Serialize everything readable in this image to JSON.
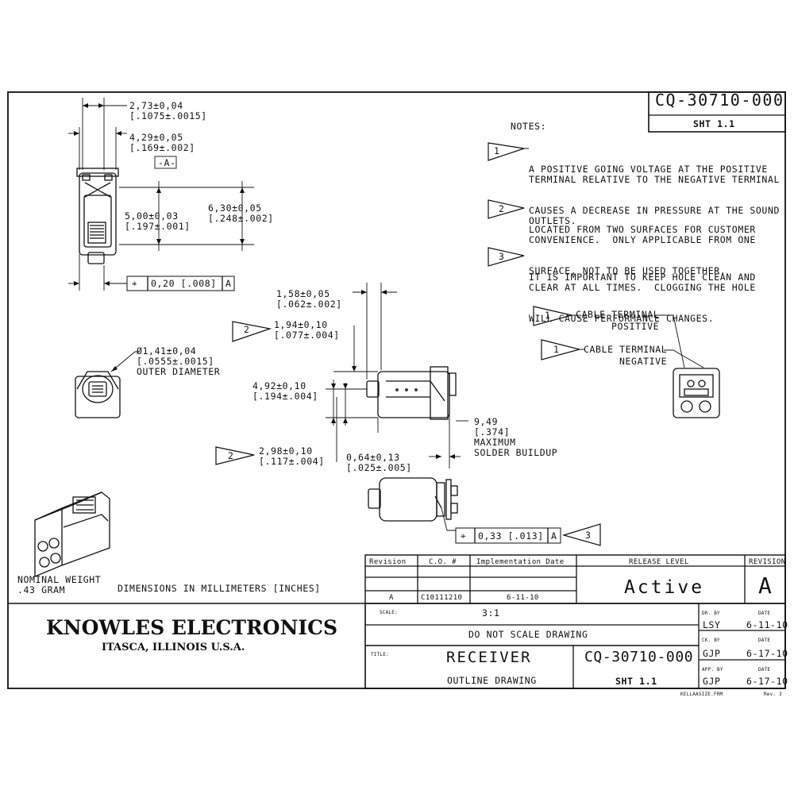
{
  "header": {
    "part_number": "CQ-30710-000",
    "sheet": "SHT 1.1"
  },
  "notes": {
    "title": "NOTES:",
    "items": [
      {
        "num": "1",
        "lines": [
          "A POSITIVE GOING VOLTAGE AT THE POSITIVE",
          "TERMINAL RELATIVE TO THE NEGATIVE TERMINAL",
          "CAUSES A DECREASE IN PRESSURE AT THE SOUND",
          "OUTLETS."
        ]
      },
      {
        "num": "2",
        "lines": [
          "LOCATED FROM TWO SURFACES FOR CUSTOMER",
          "CONVENIENCE.  ONLY APPLICABLE FROM ONE",
          "SURFACE, NOT TO BE USED TOGETHER."
        ]
      },
      {
        "num": "3",
        "lines": [
          "IT IS IMPORTANT TO KEEP HOLE CLEAN AND",
          "CLEAR AT ALL TIMES.  CLOGGING THE HOLE",
          "WILL CAUSE PERFORMANCE CHANGES."
        ]
      }
    ]
  },
  "cable": {
    "positive": {
      "num": "1",
      "lines": [
        "CABLE TERMINAL",
        "POSITIVE"
      ]
    },
    "negative": {
      "num": "1",
      "lines": [
        "CABLE TERMINAL",
        "NEGATIVE"
      ]
    }
  },
  "dims": {
    "d1": [
      "2,73±0,04",
      "[.1075±.0015]"
    ],
    "d2": [
      "4,29±0,05",
      "[.169±.002]"
    ],
    "datum": "-A-",
    "d3": [
      "5,00±0,03",
      "[.197±.001]"
    ],
    "d4": [
      "6,30±0,05",
      "[.248±.002]"
    ],
    "fcf1": [
      "⌖",
      "0,20 [.008]",
      "A"
    ],
    "d5": [
      "Ø1,41±0,04",
      "[.0555±.0015]",
      "OUTER DIAMETER"
    ],
    "d6": [
      "1,58±0,05",
      "[.062±.002]"
    ],
    "d7": {
      "num": "2",
      "lines": [
        "1,94±0,10",
        "[.077±.004]"
      ]
    },
    "d8": [
      "4,92±0,10",
      "[.194±.004]"
    ],
    "d9": {
      "num": "2",
      "lines": [
        "2,98±0,10",
        "[.117±.004]"
      ]
    },
    "d10": [
      "9,49",
      "[.374]",
      "MAXIMUM",
      "SOLDER BUILDUP"
    ],
    "d11": [
      "0,64±0,13",
      "[.025±.005]"
    ],
    "fcf2": [
      "⌖",
      "0,33 [.013]",
      "A"
    ],
    "fcf2_note": "3"
  },
  "misc": {
    "weight": [
      "NOMINAL WEIGHT",
      ".43 GRAM"
    ],
    "units": "DIMENSIONS IN MILLIMETERS [INCHES]"
  },
  "revision_table": {
    "headers": [
      "Revision",
      "C.O. #",
      "Implementation Date"
    ],
    "row": [
      "A",
      "C10111210",
      "6-11-10"
    ],
    "release_label": "RELEASE LEVEL",
    "release_value": "Active",
    "revision_label": "REVISION",
    "revision_value": "A"
  },
  "company": {
    "name": "KNOWLES ELECTRONICS",
    "location": "ITASCA, ILLINOIS U.S.A."
  },
  "title_block": {
    "scale_label": "SCALE:",
    "scale_value": "3:1",
    "no_scale": "DO NOT SCALE DRAWING",
    "title_label": "TITLE:",
    "title": "RECEIVER",
    "subtitle": "OUTLINE DRAWING",
    "part_number": "CQ-30710-000",
    "sheet": "SHT 1.1",
    "dr_by_label": "DR. BY",
    "dr_date_label": "DATE",
    "dr_by": "LSY",
    "dr_date": "6-11-10",
    "ck_by_label": "CK. BY",
    "ck_date_label": "DATE",
    "ck_by": "GJP",
    "ck_date": "6-17-10",
    "app_by_label": "APP. BY",
    "app_date_label": "DATE",
    "app_by": "GJP",
    "app_date": "6-17-10",
    "footer_left": "KELLAASIZE.FRM",
    "footer_right": "Rev. 3"
  }
}
